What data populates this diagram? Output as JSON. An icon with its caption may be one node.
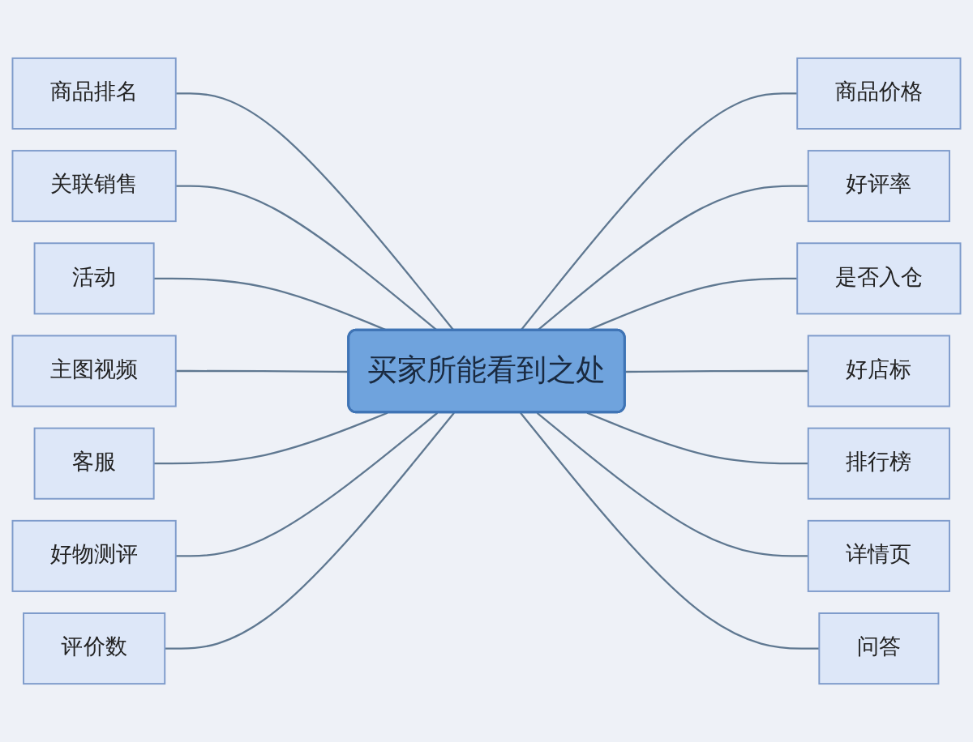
{
  "diagram": {
    "nodes": [
      {
        "text": [
          "买家所能看到之处"
        ]
      },
      {
        "text": [
          "商品排名"
        ]
      },
      {
        "text": [
          "关联销售"
        ]
      },
      {
        "text": [
          "活动"
        ]
      },
      {
        "text": [
          "主图视频"
        ]
      },
      {
        "text": [
          "客服"
        ]
      },
      {
        "text": [
          "好物测评"
        ]
      },
      {
        "text": [
          "评价数"
        ]
      },
      {
        "text": [
          "商品价格"
        ]
      },
      {
        "text": [
          "好评率"
        ]
      },
      {
        "text": [
          "是否入仓"
        ]
      },
      {
        "text": [
          "好店标"
        ]
      },
      {
        "text": [
          "排行榜"
        ]
      },
      {
        "text": [
          "详情页"
        ]
      },
      {
        "text": [
          "问答"
        ]
      }
    ],
    "edges": [
      {
        "from": 1,
        "to": 0,
        "arrow": "none"
      },
      {
        "from": 2,
        "to": 0,
        "arrow": "none"
      },
      {
        "from": 3,
        "to": 0,
        "arrow": "none"
      },
      {
        "from": 4,
        "to": 0,
        "arrow": "none"
      },
      {
        "from": 5,
        "to": 0,
        "arrow": "none"
      },
      {
        "from": 6,
        "to": 0,
        "arrow": "none"
      },
      {
        "from": 7,
        "to": 0,
        "arrow": "none"
      },
      {
        "from": 0,
        "to": 8,
        "arrow": "none"
      },
      {
        "from": 0,
        "to": 9,
        "arrow": "none"
      },
      {
        "from": 0,
        "to": 10,
        "arrow": "none"
      },
      {
        "from": 0,
        "to": 11,
        "arrow": "none"
      },
      {
        "from": 0,
        "to": 12,
        "arrow": "none"
      },
      {
        "from": 0,
        "to": 13,
        "arrow": "none"
      },
      {
        "from": 0,
        "to": 14,
        "arrow": "none"
      }
    ]
  }
}
